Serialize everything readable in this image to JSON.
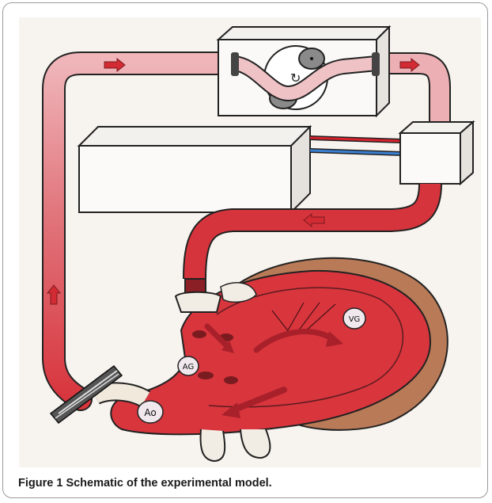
{
  "figure": {
    "labels": {
      "aorta": "Ao",
      "left_atrium": "AG",
      "left_ventricle": "VG"
    }
  },
  "caption": {
    "label": "Figure 1",
    "text": "Schematic of the experimental model."
  },
  "colors": {
    "paper": "#f7f4ef",
    "tube_red": "#d8353d",
    "tube_pink": "#eaa5ab",
    "heart_red": "#d8353d",
    "pericardium_brown": "#b97a57",
    "hot_line": "#d6222d",
    "cold_line": "#3b7fd1"
  }
}
